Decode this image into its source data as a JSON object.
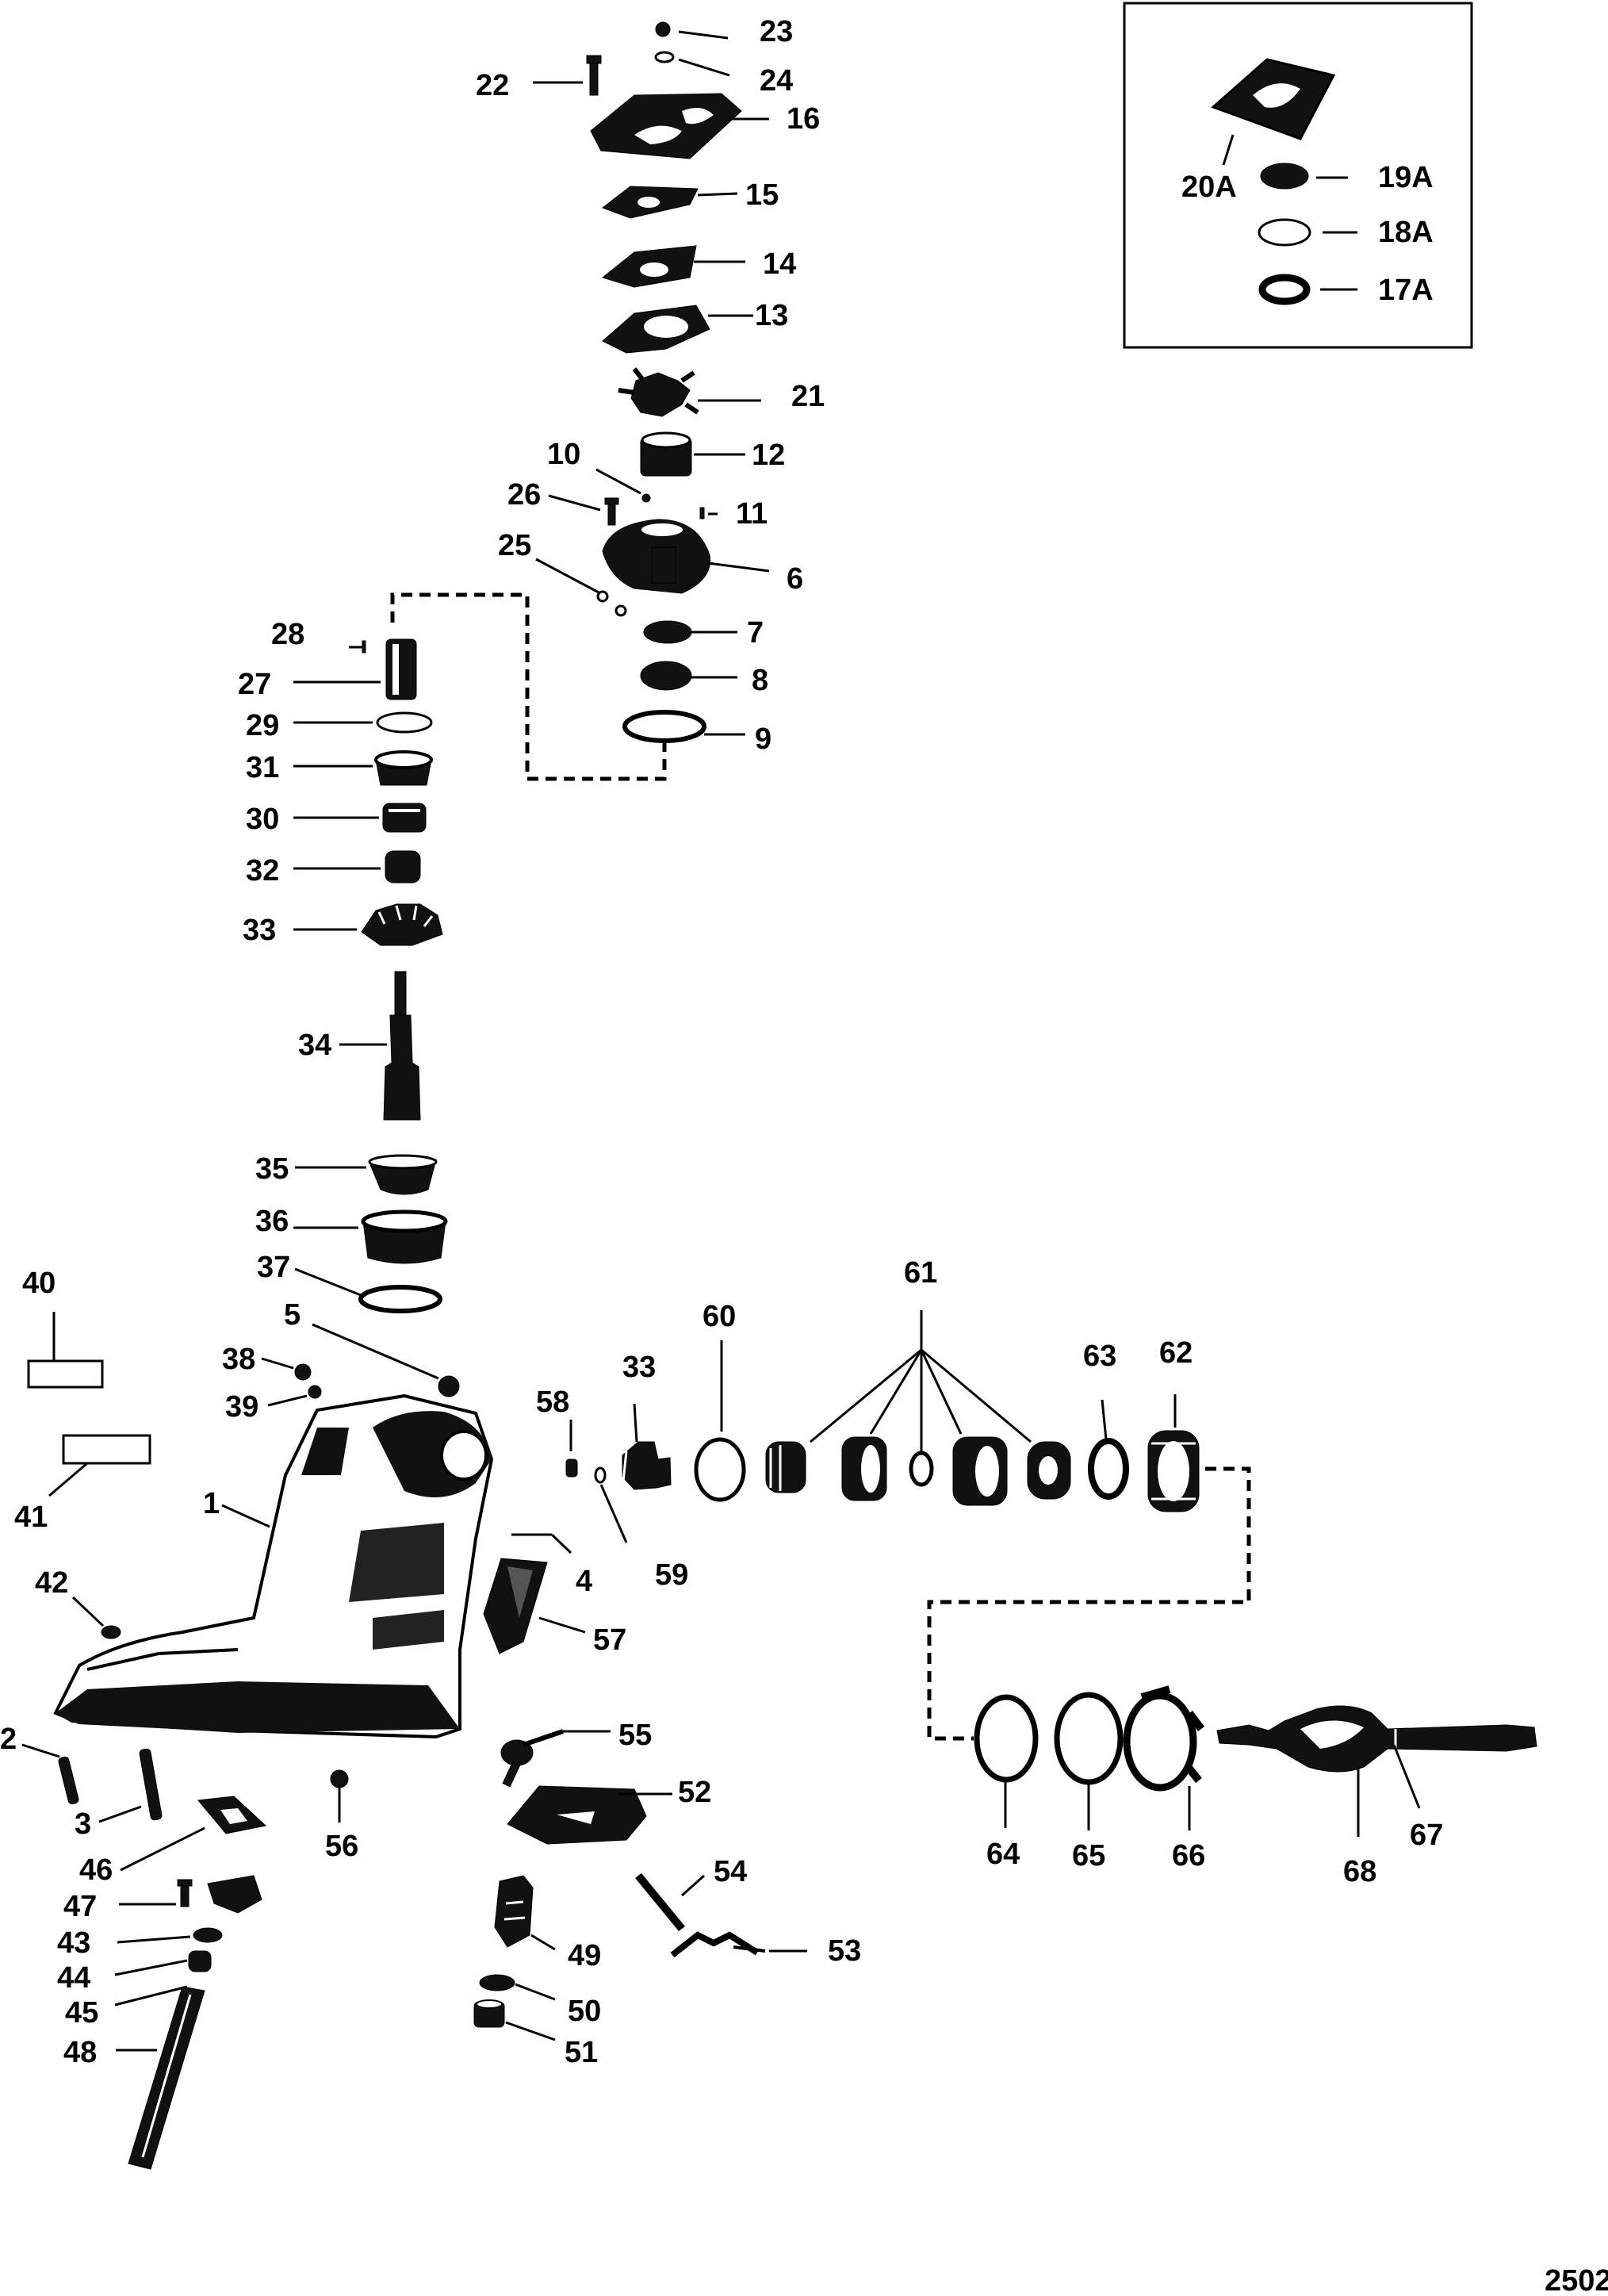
{
  "figure_number": "2502",
  "labels": {
    "p1": "1",
    "p2": "2",
    "p3": "3",
    "p4": "4",
    "p5": "5",
    "p6": "6",
    "p7": "7",
    "p8": "8",
    "p9": "9",
    "p10": "10",
    "p11": "11",
    "p12": "12",
    "p13": "13",
    "p14": "14",
    "p15": "15",
    "p16": "16",
    "p17A": "17A",
    "p18A": "18A",
    "p19A": "19A",
    "p20A": "20A",
    "p21": "21",
    "p22": "22",
    "p23": "23",
    "p24": "24",
    "p25": "25",
    "p26": "26",
    "p27": "27",
    "p28": "28",
    "p29": "29",
    "p30": "30",
    "p31": "31",
    "p32": "32",
    "p33a": "33",
    "p33b": "33",
    "p34": "34",
    "p35": "35",
    "p36": "36",
    "p37": "37",
    "p38": "38",
    "p39": "39",
    "p40": "40",
    "p41": "41",
    "p42": "42",
    "p43": "43",
    "p44": "44",
    "p45": "45",
    "p46": "46",
    "p47": "47",
    "p48": "48",
    "p49": "49",
    "p50": "50",
    "p51": "51",
    "p52": "52",
    "p53": "53",
    "p54": "54",
    "p55": "55",
    "p56": "56",
    "p57": "57",
    "p58": "58",
    "p59": "59",
    "p60": "60",
    "p61": "61",
    "p62": "62",
    "p63": "63",
    "p64": "64",
    "p65": "65",
    "p66": "66",
    "p67": "67",
    "p68": "68"
  }
}
